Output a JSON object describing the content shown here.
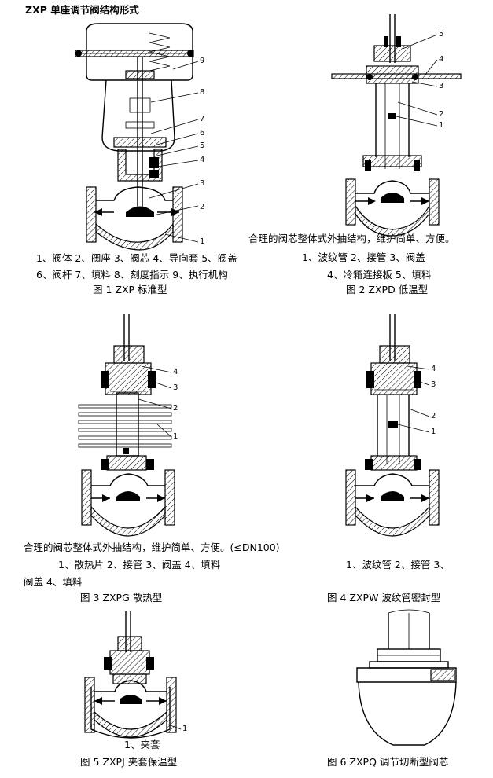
{
  "header": {
    "title": "ZXP 单座调节阀结构形式"
  },
  "fig1": {
    "parts_line1": "1、阀体 2、阀座 3、阀芯 4、导向套 5、阀盖",
    "parts_line2": "6、阀杆 7、填料 8、刻度指示 9、执行机构",
    "caption": "图 1 ZXP 标准型",
    "callouts": [
      "9",
      "8",
      "7",
      "6",
      "5",
      "4",
      "3",
      "2",
      "1"
    ]
  },
  "fig2": {
    "note": "合理的阀芯整体式外抽结构，维护简单、方便。",
    "parts_line1": "1、波纹管 2、接管 3、阀盖",
    "parts_line2": "4、冷箱连接板 5、填料",
    "caption": "图 2 ZXPD 低温型",
    "callouts": [
      "5",
      "4",
      "3",
      "2",
      "1"
    ]
  },
  "fig3": {
    "note": "合理的阀芯整体式外抽结构，维护简单、方便。(≤DN100)",
    "parts_line1": "1、散热片 2、接管 3、阀盖 4、填料",
    "caption": "图 3 ZXPG 散热型",
    "callouts": [
      "4",
      "3",
      "2",
      "1"
    ]
  },
  "fig4": {
    "parts_line1": "1、波纹管 2、接管 3、",
    "parts_line2": "阀盖 4、填料",
    "caption": "图 4 ZXPW 波纹管密封型",
    "callouts": [
      "4",
      "3",
      "2",
      "1"
    ]
  },
  "fig5": {
    "parts_line1": "1、夹套",
    "caption": "图 5 ZXPJ 夹套保温型",
    "callouts": [
      "1"
    ]
  },
  "fig6": {
    "caption": "图 6 ZXPQ 调节切断型阀芯"
  }
}
